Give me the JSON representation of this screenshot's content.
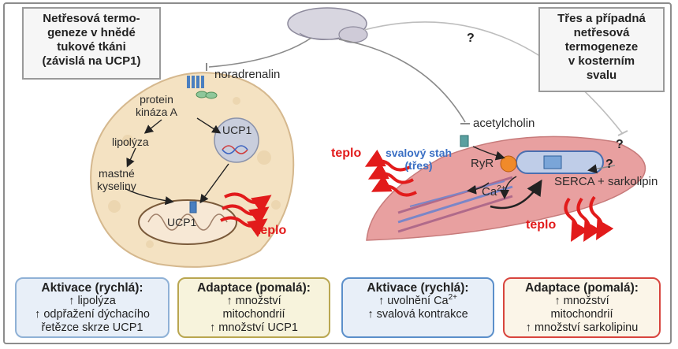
{
  "left_title": {
    "lines": [
      "Netřesová termo-",
      "geneze v hnědé",
      "tukové tkáni",
      "(závislá na UCP1)"
    ]
  },
  "right_title": {
    "lines": [
      "Třes a případná",
      "netřesová",
      "termogeneze",
      "v kosterním",
      "svalu"
    ]
  },
  "labels": {
    "noradrenalin": "noradrenalin",
    "protein_kinase": [
      "protein",
      "kináza A"
    ],
    "ucp1_nucleus": "UCP1",
    "lipolysis": "lipolýza",
    "fatty_acids": [
      "mastné",
      "kyseliny"
    ],
    "ucp1_mito": "UCP1",
    "heat_left": "teplo",
    "acetylcholin": "acetylcholin",
    "heat_muscle_left": "teplo",
    "muscle_contraction": [
      "svalový stah",
      "(třes)"
    ],
    "ryr": "RyR",
    "ca": "Ca",
    "ca_charge": "2+",
    "serca": "SERCA + sarkolipin",
    "heat_muscle_bottom": "teplo",
    "question_mark": "?"
  },
  "boxes": [
    {
      "title": "Aktivace (rychlá):",
      "lines": [
        "↑ lipolýza",
        "↑ odpřažení dýchacího",
        "řetězce skrze UCP1"
      ],
      "border": "#8fb1d6",
      "fill": "#e8eff8"
    },
    {
      "title": "Adaptace (pomalá):",
      "lines": [
        "↑ množství",
        "mitochondrií",
        "↑ množství UCP1"
      ],
      "border": "#b9a650",
      "fill": "#f7f3dc"
    },
    {
      "title": "Aktivace (rychlá):",
      "lines_ca": [
        "↑ uvolnění Ca",
        "2+"
      ],
      "lines": [
        "↑ svalová kontrakce"
      ],
      "border": "#5b8fca",
      "fill": "#e8eff8"
    },
    {
      "title": "Adaptace (pomalá):",
      "lines": [
        "↑ množství",
        "mitochondrií",
        "↑ množství sarkolipinu"
      ],
      "border": "#d8453e",
      "fill": "#fbf5e8"
    }
  ],
  "colors": {
    "heat": "#e21b1b",
    "fat_cell": "#f4e2c2",
    "muscle": "#e8a0a0",
    "muscle_label": "#3a6fc4"
  }
}
